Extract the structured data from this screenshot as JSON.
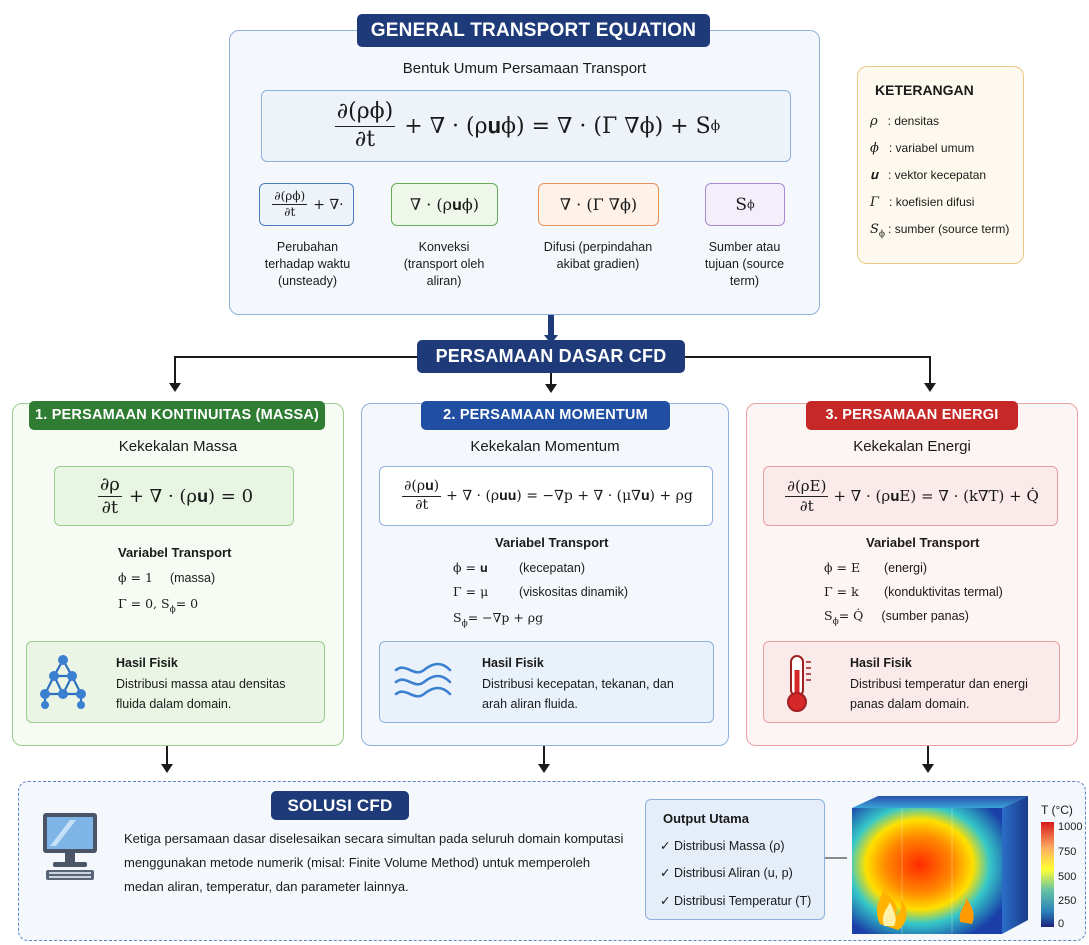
{
  "header": {
    "title": "GENERAL TRANSPORT EQUATION",
    "subtitle": "Bentuk Umum Persamaan Transport"
  },
  "main_equation": {
    "lhs_num": "∂(ρϕ)",
    "lhs_den": "∂t",
    "rest": "+ ∇ · (ρ𝐮ϕ) = ∇ · (Γ ∇ϕ) + S",
    "sub": "ϕ"
  },
  "terms": [
    {
      "num": "∂(ρϕ)",
      "den": "∂t",
      "tail": "+ ∇·",
      "caption": "Perubahan terhadap waktu (unsteady)",
      "color": "#4a7ec0",
      "bg": "#eef3fa"
    },
    {
      "formula": "∇ · (ρ𝐮ϕ)",
      "caption": "Konveksi (transport oleh aliran)",
      "color": "#6aab5a",
      "bg": "#eef7ea"
    },
    {
      "formula": "∇ · (Γ ∇ϕ)",
      "caption": "Difusi (perpindahan akibat gradien)",
      "color": "#e7905a",
      "bg": "#fdf1e8"
    },
    {
      "formula": "S",
      "sub": "ϕ",
      "caption": "Sumber atau tujuan (source term)",
      "color": "#a98ad0",
      "bg": "#f4eefb"
    }
  ],
  "legend": {
    "title": "KETERANGAN",
    "items": [
      {
        "sym": "ρ",
        "text": ": densitas"
      },
      {
        "sym": "ϕ",
        "text": ": variabel umum"
      },
      {
        "sym": "𝐮",
        "text": ": vektor kecepatan"
      },
      {
        "sym": "Γ",
        "text": ": koefisien difusi"
      },
      {
        "sym": "S",
        "sub": "ϕ",
        "text": ": sumber (source term)"
      }
    ]
  },
  "middle_banner": "PERSAMAAN DASAR CFD",
  "columns": [
    {
      "title": "1. PERSAMAAN KONTINUITAS (MASSA)",
      "subtitle": "Kekekalan Massa",
      "eq_num": "∂ρ",
      "eq_den": "∂t",
      "eq_rest": "+ ∇ · (ρ𝐮) = 0",
      "var_title": "Variabel Transport",
      "vars": [
        {
          "sym": "ϕ = 1",
          "desc": "(massa)"
        },
        {
          "sym": "Γ = 0,   S",
          "sub": "ϕ",
          "tail": " = 0",
          "desc": ""
        }
      ],
      "result_title": "Hasil Fisik",
      "result_text": "Distribusi massa atau densitas fluida dalam domain.",
      "icon": "molecule-icon",
      "color": "#2e7d32",
      "border": "#9ccc8f",
      "bg": "#f6fbf4",
      "eq_bg": "#e9f5e3"
    },
    {
      "title": "2. PERSAMAAN MOMENTUM",
      "subtitle": "Kekekalan Momentum",
      "eq_num": "∂(ρ𝐮)",
      "eq_den": "∂t",
      "eq_rest": "+ ∇ · (ρ𝐮𝐮) = −∇p + ∇ · (μ∇𝐮) + ρg",
      "var_title": "Variabel Transport",
      "vars": [
        {
          "sym": "ϕ = 𝐮",
          "desc": "(kecepatan)"
        },
        {
          "sym": "Γ = μ",
          "desc": "(viskositas dinamik)"
        },
        {
          "sym": "S",
          "sub": "ϕ",
          "tail": "  =  −∇p + ρg",
          "desc": ""
        }
      ],
      "result_title": "Hasil Fisik",
      "result_text": "Distribusi kecepatan, tekanan, dan arah aliran fluida.",
      "icon": "flow-lines-icon",
      "color": "#1f4ea3",
      "border": "#8fb0dc",
      "bg": "#f4f8fd",
      "eq_bg": "#ffffff"
    },
    {
      "title": "3. PERSAMAAN ENERGI",
      "subtitle": "Kekekalan Energi",
      "eq_num": "∂(ρE)",
      "eq_den": "∂t",
      "eq_rest": "+ ∇ · (ρ𝐮E) = ∇ · (k∇T) + Q̇",
      "var_title": "Variabel Transport",
      "vars": [
        {
          "sym": "ϕ = E",
          "desc": "(energi)"
        },
        {
          "sym": "Γ = k",
          "desc": "(konduktivitas termal)"
        },
        {
          "sym": "S",
          "sub": "ϕ",
          "tail": " = Q̇",
          "desc": "(sumber panas)"
        }
      ],
      "result_title": "Hasil Fisik",
      "result_text": "Distribusi temperatur dan energi panas dalam domain.",
      "icon": "thermometer-icon",
      "color": "#c62828",
      "border": "#e9a0a0",
      "bg": "#fdf4f4",
      "eq_bg": "#fbeaea"
    }
  ],
  "solution": {
    "title": "SOLUSI CFD",
    "text": "Ketiga persamaan dasar diselesaikan secara simultan pada seluruh domain komputasi menggunakan metode numerik (misal: Finite Volume Method) untuk memperoleh medan aliran, temperatur, dan parameter lainnya.",
    "output_title": "Output Utama",
    "outputs": [
      "✓ Distribusi Massa (ρ)",
      "✓ Distribusi Aliran (u, p)",
      "✓ Distribusi Temperatur (T)"
    ],
    "colorbar_title": "T (°C)",
    "colorbar_ticks": [
      "1000",
      "750",
      "500",
      "250",
      "0"
    ]
  },
  "colors": {
    "navy": "#1e3a78",
    "panel_border": "#8fb0dc"
  }
}
